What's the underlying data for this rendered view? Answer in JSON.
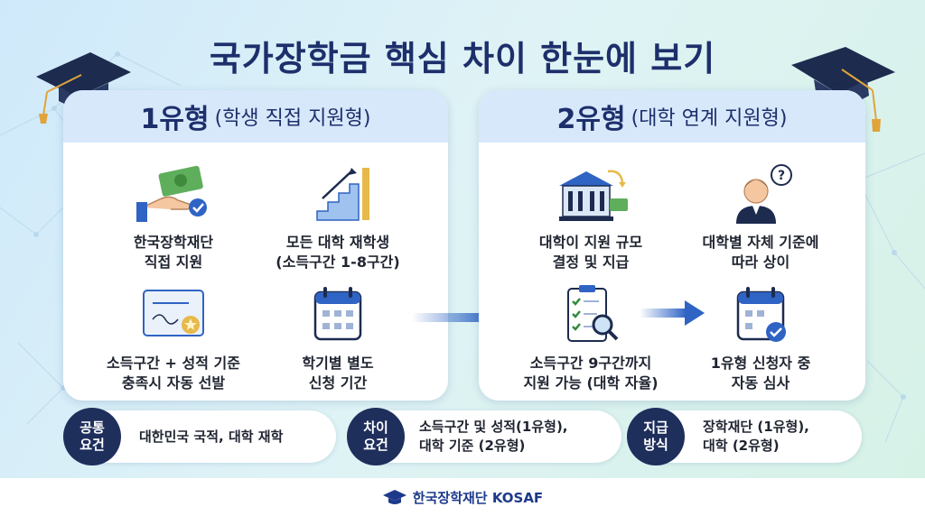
{
  "title": "국가장학금 핵심 차이 한눈에 보기",
  "type1": {
    "name": "1유형",
    "subtitle": "(학생 직접 지원형)",
    "items": [
      {
        "icon": "money-hand-icon",
        "text": "한국장학재단\n직접 지원"
      },
      {
        "icon": "stairs-growth-icon",
        "text": "모든 대학 재학생\n(소득구간 1-8구간)"
      },
      {
        "icon": "certificate-icon",
        "text": "소득구간 + 성적 기준\n충족시 자동 선발"
      },
      {
        "icon": "calendar-icon",
        "text": "학기별 별도\n신청 기간"
      }
    ]
  },
  "type2": {
    "name": "2유형",
    "subtitle": "(대학 연계 지원형)",
    "items": [
      {
        "icon": "university-building-icon",
        "text": "대학이 지원 규모\n결정 및 지급"
      },
      {
        "icon": "student-question-icon",
        "text": "대학별 자체 기준에\n따라 상이"
      },
      {
        "icon": "checklist-magnifier-icon",
        "text": "소득구간 9구간까지\n지원 가능 (대학 자율)"
      },
      {
        "icon": "calendar-check-icon",
        "text": "1유형 신청자 중\n자동 심사"
      }
    ]
  },
  "bottom": [
    {
      "badge": "공통\n요건",
      "text": "대한민국 국적, 대학 재학"
    },
    {
      "badge": "차이\n요건",
      "text": "소득구간 및 성적(1유형),\n대학 기준 (2유형)"
    },
    {
      "badge": "지급\n방식",
      "text": "장학재단 (1유형),\n대학 (2유형)"
    }
  ],
  "footer": {
    "org": "한국장학재단 KOSAF",
    "icon": "graduation-cap-icon"
  },
  "colors": {
    "navy": "#1d2f6b",
    "badge": "#1e2f5c",
    "header": "#d7e8fb",
    "arrow": "#2f63c4"
  }
}
